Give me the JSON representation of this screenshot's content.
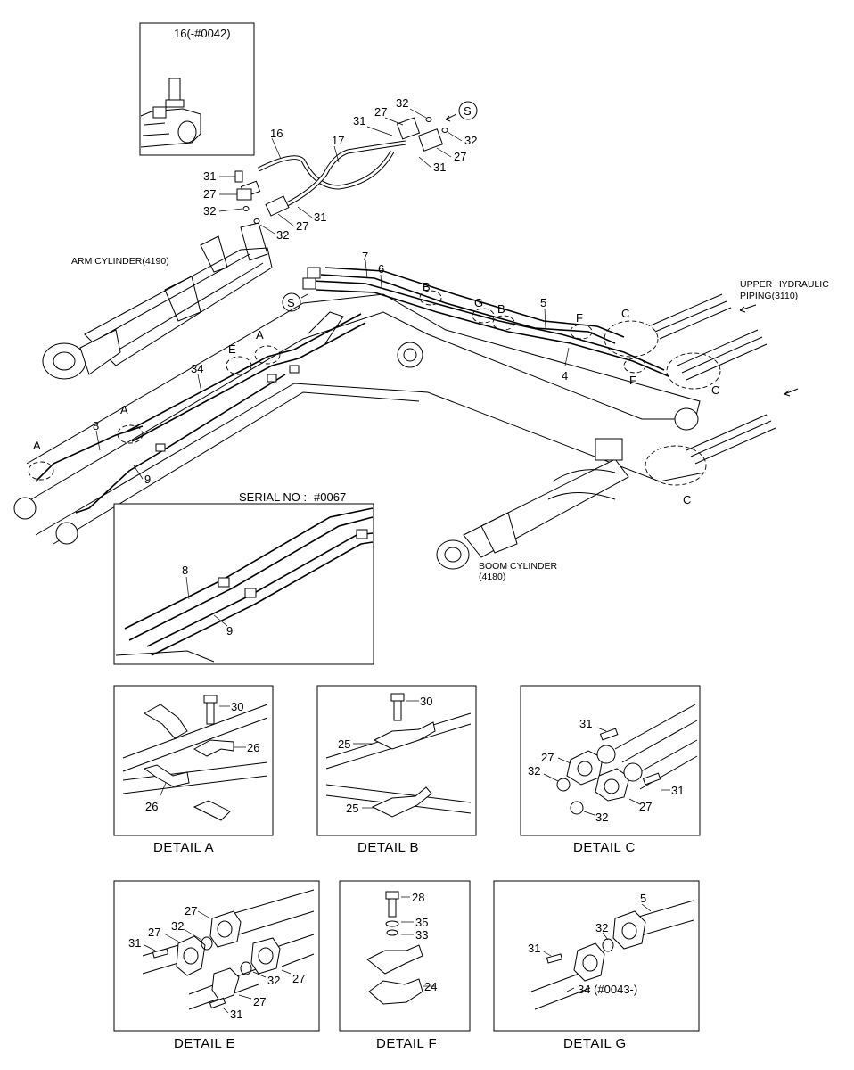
{
  "labels": {
    "inset_top": "16(-#0042)",
    "p16": "16",
    "p17": "17",
    "p27a": "27",
    "p32a": "32",
    "p31a": "31",
    "p32b": "32",
    "p27b": "27",
    "p31b": "31",
    "p31c": "31",
    "p27c": "27",
    "p32c": "32",
    "p32d": "32",
    "p27d": "27",
    "p31d": "31",
    "circle_s1": "S",
    "circle_s2": "S",
    "arm_cylinder": "ARM CYLINDER(4190)",
    "upper_piping_1": "UPPER HYDRAULIC",
    "upper_piping_2": "PIPING(3110)",
    "p7": "7",
    "p6": "6",
    "p5": "5",
    "p4": "4",
    "p34": "34",
    "p8": "8",
    "p9": "9",
    "dA1": "A",
    "dA2": "A",
    "dA3": "A",
    "dB1": "B",
    "dB2": "B",
    "dG": "G",
    "dF1": "F",
    "dF2": "F",
    "dE": "E",
    "dC1": "C",
    "dC2": "C",
    "dC3": "C",
    "serial": "SERIAL NO : -#0067",
    "s8": "8",
    "s9": "9",
    "boom_1": "BOOM CYLINDER",
    "boom_2": "(4180)"
  },
  "details": {
    "a": {
      "caption": "DETAIL  A",
      "p30": "30",
      "p26a": "26",
      "p26b": "26"
    },
    "b": {
      "caption": "DETAIL  B",
      "p30": "30",
      "p25a": "25",
      "p25b": "25"
    },
    "c": {
      "caption": "DETAIL  C",
      "p31a": "31",
      "p27": "27",
      "p32a": "32",
      "p31b": "31",
      "p27b": "27",
      "p32b": "32"
    },
    "e": {
      "caption": "DETAIL  E",
      "p27a": "27",
      "p27b": "27",
      "p32a": "32",
      "p31a": "31",
      "p32b": "32",
      "p27c": "27",
      "p27d": "27",
      "p31b": "31"
    },
    "f": {
      "caption": "DETAIL  F",
      "p28": "28",
      "p35": "35",
      "p33": "33",
      "p24": "24"
    },
    "g": {
      "caption": "DETAIL  G",
      "p5": "5",
      "p32": "32",
      "p31": "31",
      "p34": "34 (#0043-)"
    }
  }
}
